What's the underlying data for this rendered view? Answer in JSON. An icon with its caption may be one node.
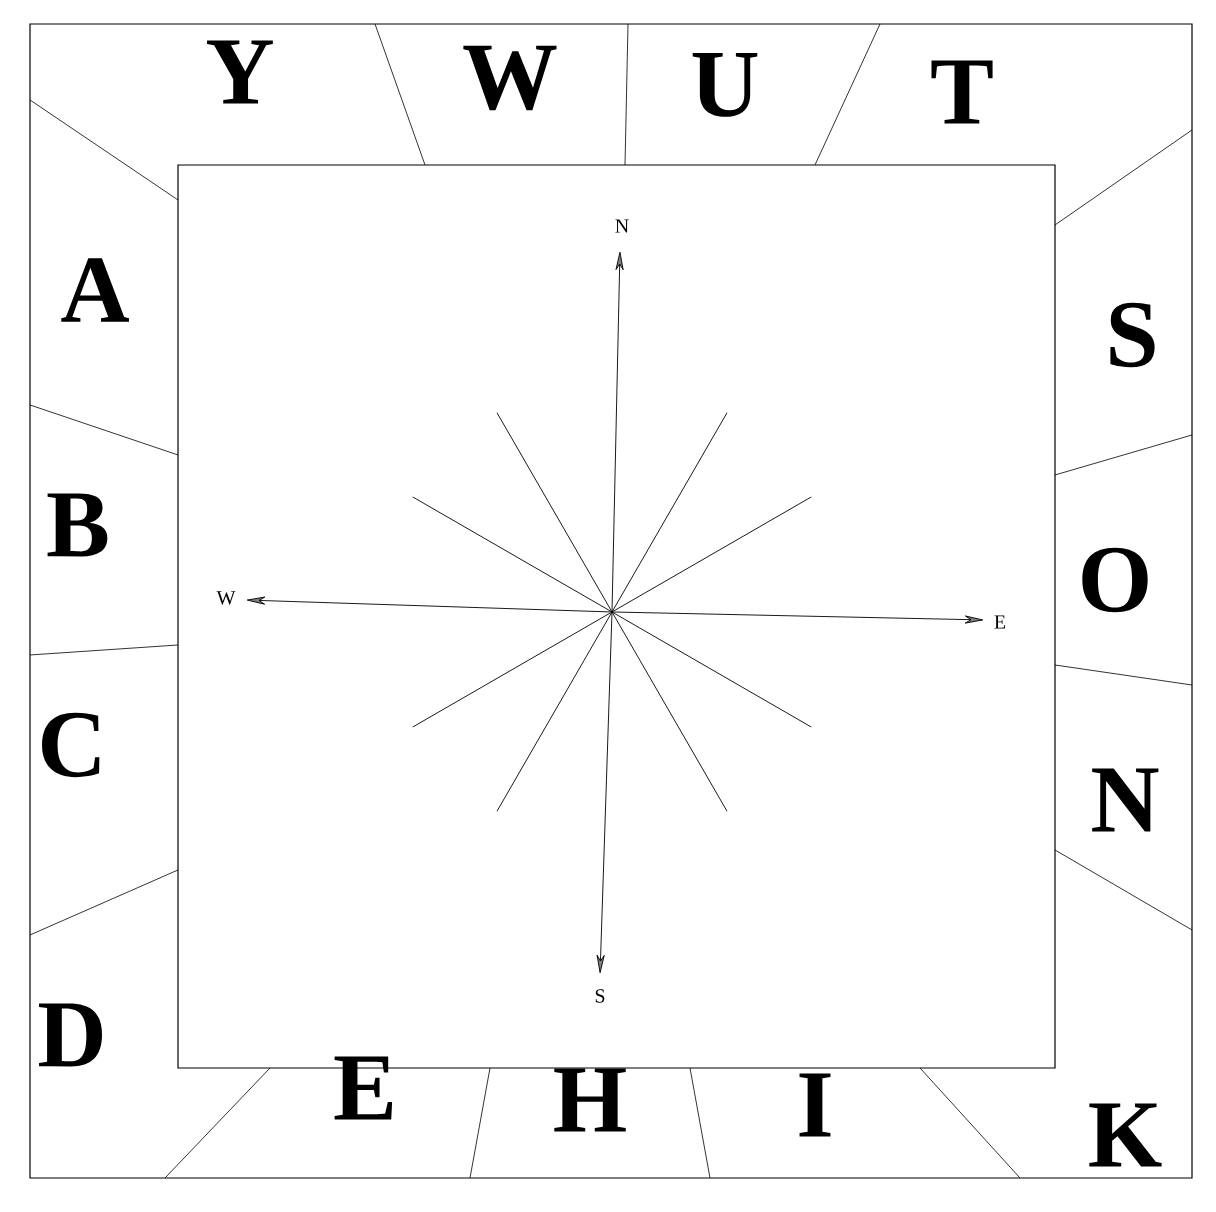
{
  "diagram": {
    "nodes": [
      {
        "text": [
          "Y"
        ]
      },
      {
        "text": [
          "W"
        ]
      },
      {
        "text": [
          "U"
        ]
      },
      {
        "text": [
          "T"
        ]
      },
      {
        "text": [
          "A"
        ]
      },
      {
        "text": [
          "S"
        ]
      },
      {
        "text": [
          "B"
        ]
      },
      {
        "text": [
          "O"
        ]
      },
      {
        "text": [
          "C"
        ]
      },
      {
        "text": [
          "N"
        ]
      },
      {
        "text": [
          "D"
        ]
      },
      {
        "text": [
          "E"
        ]
      },
      {
        "text": [
          "H"
        ]
      },
      {
        "text": [
          "I"
        ]
      },
      {
        "text": [
          "K"
        ]
      }
    ],
    "edges": [],
    "labels": [
      "N",
      "W",
      "E",
      "S"
    ]
  }
}
